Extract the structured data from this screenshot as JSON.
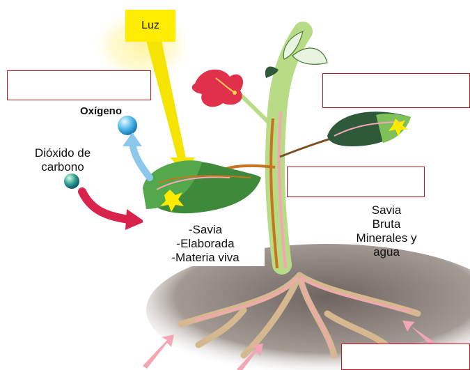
{
  "labels": {
    "luz": "Luz",
    "oxigeno": "Oxígeno",
    "dioxido_line1": "Dióxido de",
    "dioxido_line2": "carbono",
    "savia_elab_1": "-Savia",
    "savia_elab_2": "-Elaborada",
    "savia_elab_3": "-Materia viva",
    "savia_bruta_1": "Savia",
    "savia_bruta_2": "Bruta",
    "savia_bruta_3": "Minerales y",
    "savia_bruta_4": "agua"
  },
  "colors": {
    "answer_box_border": "#c0141e",
    "luz_tag": "#ffec00",
    "sun_glow": "#fff6a0",
    "light_ray": "#f5e400",
    "oxygen_arrow": "#8cc8ec",
    "co2_arrow": "#d8244c",
    "stem": "#b8dc86",
    "leaf": "#3f8a3a",
    "raw_sap": "#f4a6b4",
    "elaborated_sap": "#c8741e",
    "soil": "#8f8680",
    "root": "#d6b890",
    "flower": "#e0304c"
  }
}
